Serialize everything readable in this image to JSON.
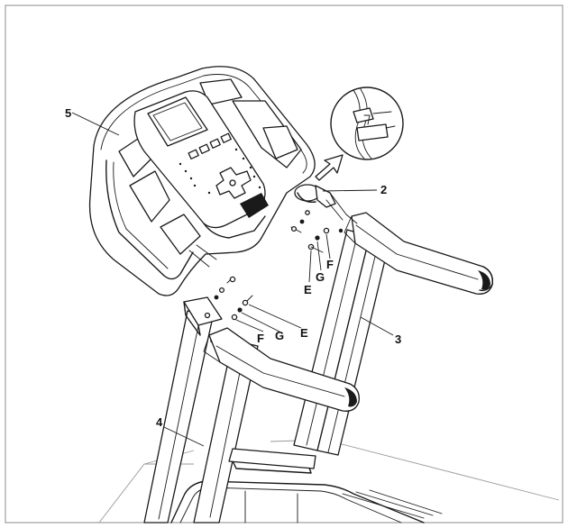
{
  "diagram": {
    "parts": [
      {
        "id": "part-5",
        "label": "5"
      },
      {
        "id": "part-2",
        "label": "2"
      },
      {
        "id": "part-3",
        "label": "3"
      },
      {
        "id": "part-4",
        "label": "4"
      }
    ],
    "hardware_right": [
      {
        "id": "hw-r-g",
        "label": "G"
      },
      {
        "id": "hw-r-f",
        "label": "F"
      },
      {
        "id": "hw-r-e",
        "label": "E"
      }
    ],
    "hardware_left": [
      {
        "id": "hw-l-f",
        "label": "F"
      },
      {
        "id": "hw-l-g",
        "label": "G"
      },
      {
        "id": "hw-l-e",
        "label": "E"
      }
    ]
  }
}
